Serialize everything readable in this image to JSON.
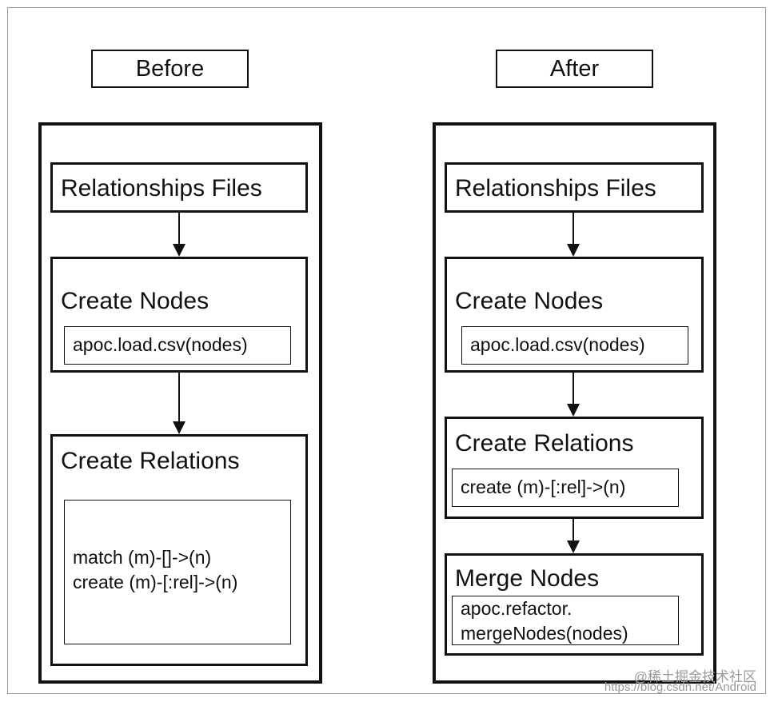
{
  "before": {
    "header": "Before",
    "relationships_files": "Relationships Files",
    "create_nodes": {
      "title": "Create Nodes",
      "code": "apoc.load.csv(nodes)"
    },
    "create_relations": {
      "title": "Create Relations",
      "code_lines": [
        "match (m)-[]->(n)",
        "create (m)-[:rel]->(n)"
      ]
    }
  },
  "after": {
    "header": "After",
    "relationships_files": "Relationships Files",
    "create_nodes": {
      "title": "Create Nodes",
      "code": "apoc.load.csv(nodes)"
    },
    "create_relations": {
      "title": "Create Relations",
      "code": "create (m)-[:rel]->(n)"
    },
    "merge_nodes": {
      "title": "Merge Nodes",
      "code_lines": [
        "apoc.refactor.",
        "mergeNodes(nodes)"
      ]
    }
  },
  "watermark": {
    "line1": "@稀土掘金技术社区",
    "line2": "https://blog.csdn.net/Android"
  }
}
